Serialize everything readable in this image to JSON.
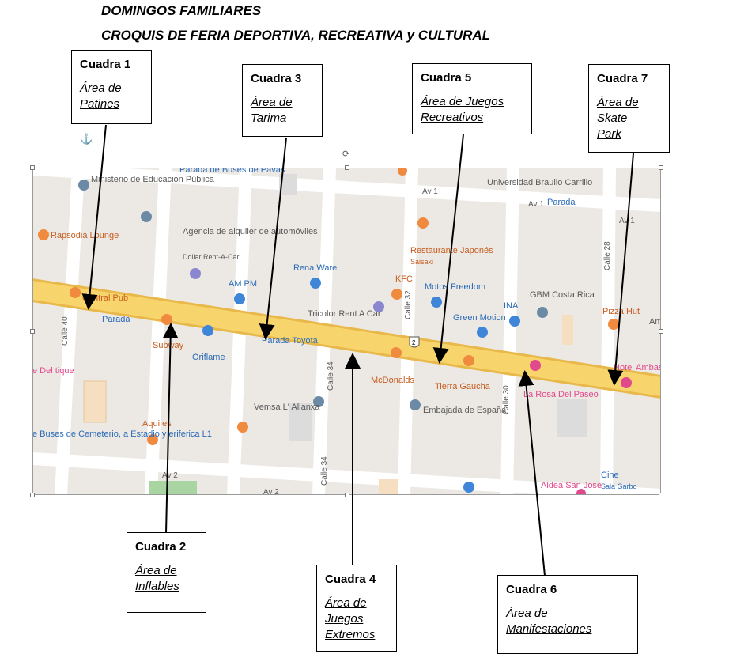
{
  "titles": {
    "line1": "DOMINGOS FAMILIARES",
    "line2": "CROQUIS DE FERIA DEPORTIVA, RECREATIVA y CULTURAL"
  },
  "boxes": [
    {
      "title": "Cuadra 1",
      "area": "Área de Patines"
    },
    {
      "title": "Cuadra 3",
      "area": "Área de Tarima"
    },
    {
      "title": "Cuadra 5",
      "area": "Área de Juegos Recreativos"
    },
    {
      "title": "Cuadra 7",
      "area": "Área de Skate Park"
    },
    {
      "title": "Cuadra 2",
      "area": "Área de Inflables"
    },
    {
      "title": "Cuadra 4",
      "area": "Área de Juegos Extremos"
    },
    {
      "title": "Cuadra 6",
      "area": "Área de Manifestaciones"
    }
  ],
  "map": {
    "streets": {
      "calle40": "Calle 40",
      "calle34a": "Calle 34",
      "calle34b": "Calle 34",
      "calle32": "Calle 32",
      "calle30": "Calle 30",
      "calle28": "Calle 28",
      "av1a": "Av 1",
      "av1b": "Av 1",
      "av1c": "Av 1",
      "av2a": "Av 2",
      "av2b": "Av 2",
      "route2": "2"
    },
    "places": {
      "p1": "Ministerio de Educación Pública",
      "p2": "Rapsodia Lounge",
      "p3": "Central Pub",
      "p4": "Parada",
      "p5": "Subway",
      "p6": "Oriflame",
      "p7": "Agencia de alquiler de automóviles",
      "p8": "Dollar Rent-A-Car",
      "p9": "AM PM",
      "p10": "Rena Ware",
      "p11": "Tricolor Rent A Car",
      "p12": "Parada Toyota",
      "p13": "KFC",
      "p14": "Restaurante Japonés",
      "p15": "Saisaki",
      "p16": "Motos Freedom",
      "p17": "Green Motion",
      "p18": "INA",
      "p19": "GBM Costa Rica",
      "p20": "Pizza Hut",
      "p21": "Hotel Ambass",
      "p22": "La Rosa Del Paseo",
      "p23": "Tierra Gaucha",
      "p24": "McDonalds",
      "p25": "Embajada de España",
      "p26": "Vemsa L' Alianxa",
      "p27": "Aqui es",
      "p28": "Aldea San José",
      "p29": "Cine",
      "p30": "Sala Garbo",
      "p31": "Universidad Braulio Carrillo",
      "p32": "Parada",
      "p33": "Parada de Buses de Pavas",
      "p34": "e Del tique",
      "p35": "e Buses de Cemeterio, a Estadio y eriferica L1",
      "p36": "Am"
    }
  },
  "colors": {
    "road_main": "#f7d46c",
    "road_edge": "#e8b94a",
    "block": "#ece9e4",
    "street": "#ffffff",
    "poi_orange": "#f08a3e",
    "poi_blue": "#3f86d8",
    "poi_pink": "#e2498c",
    "poi_gray": "#6b8aa6",
    "text_blue": "#2a6ab8",
    "text_orange": "#c75c1f",
    "text_gray": "#5a5a5a"
  }
}
